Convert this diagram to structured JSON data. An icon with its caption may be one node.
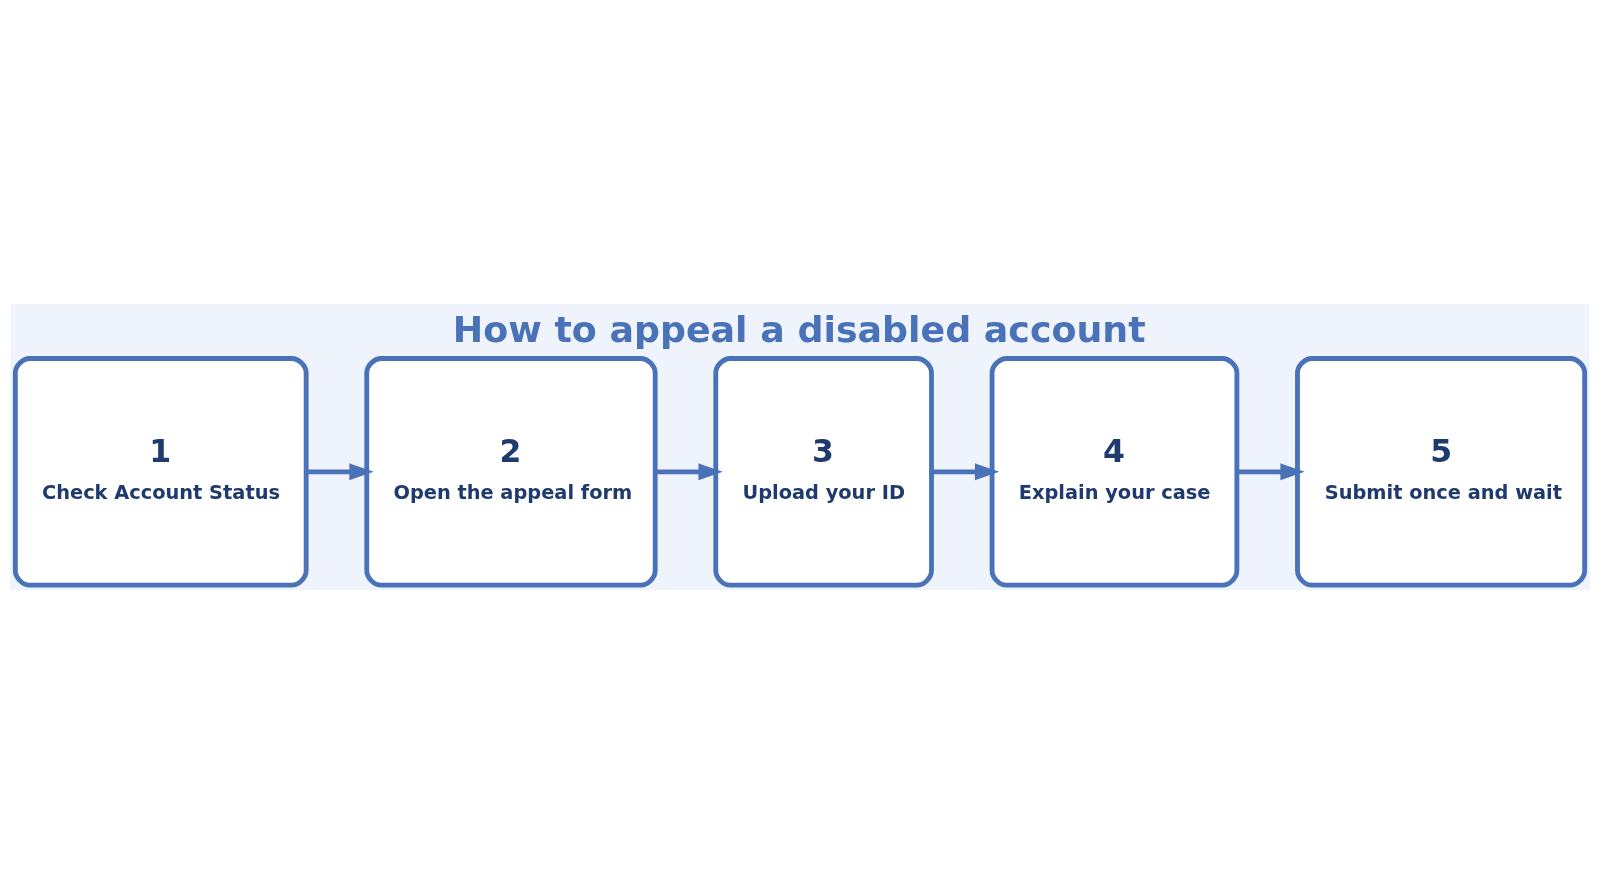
{
  "diagram": {
    "title": "How to appeal a disabled account",
    "nodes": [
      {
        "text": [
          "1",
          "Check Account Status"
        ]
      },
      {
        "text": [
          "2",
          "Open the appeal form"
        ]
      },
      {
        "text": [
          "3",
          "Upload your ID"
        ]
      },
      {
        "text": [
          "4",
          "Explain your case"
        ]
      },
      {
        "text": [
          "5",
          "Submit once and wait"
        ]
      }
    ],
    "edges": [
      {
        "from": 0,
        "to": 1,
        "arrow": "to"
      },
      {
        "from": 1,
        "to": 2,
        "arrow": "to"
      },
      {
        "from": 2,
        "to": 3,
        "arrow": "to"
      },
      {
        "from": 3,
        "to": 4,
        "arrow": "to"
      }
    ]
  }
}
